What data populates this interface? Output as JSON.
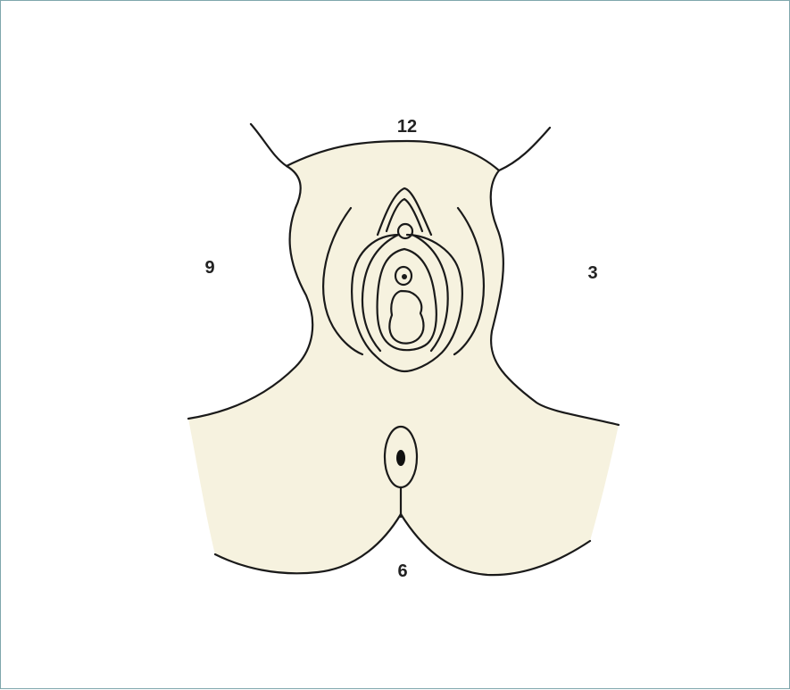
{
  "diagram": {
    "clock_labels": {
      "top": "12",
      "right": "3",
      "bottom": "6",
      "left": "9"
    },
    "colors": {
      "skin_fill": "#f6f2df",
      "outline": "#1a1a1a",
      "frame_border": "#7fa7ad",
      "label_text": "#222222"
    }
  }
}
